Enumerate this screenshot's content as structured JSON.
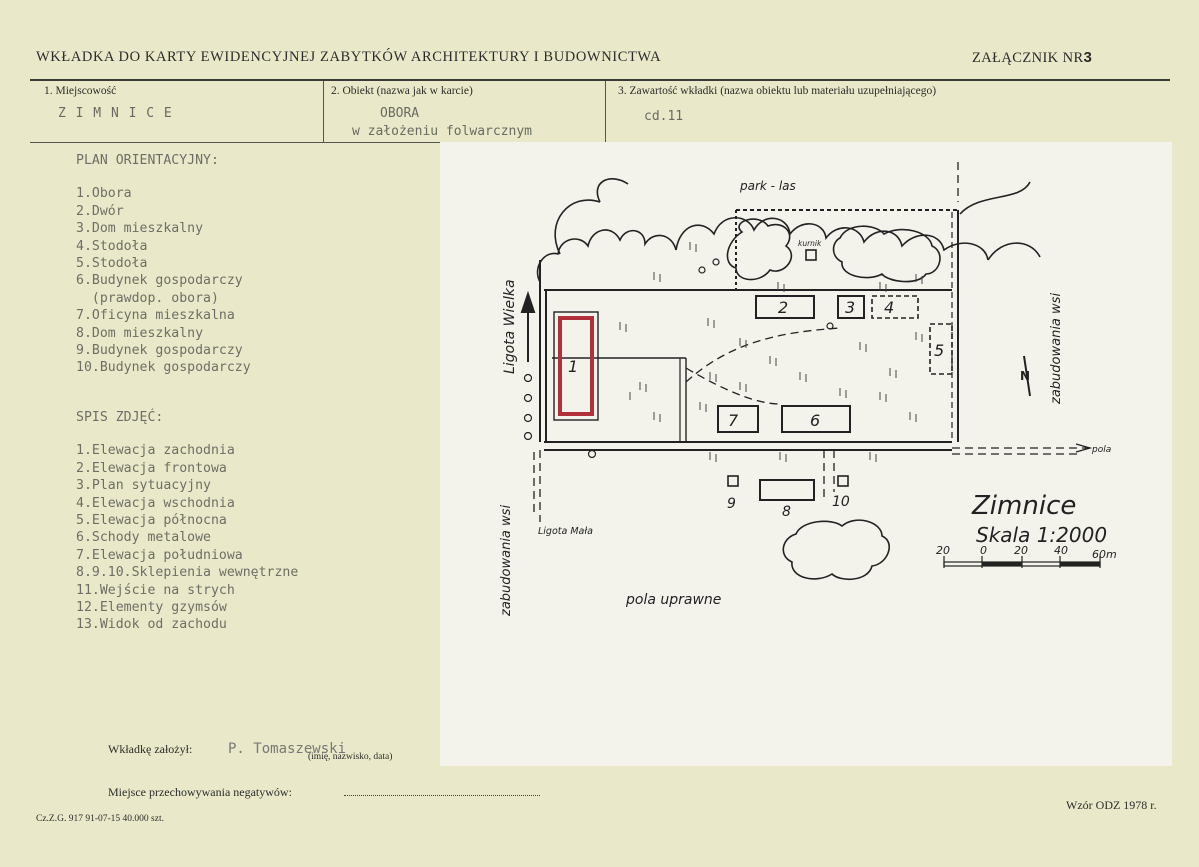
{
  "header": {
    "title": "WKŁADKA DO KARTY EWIDENCYJNEJ ZABYTKÓW ARCHITEKTURY I BUDOWNICTWA",
    "annex_label": "ZAŁĄCZNIK NR",
    "annex_number": "3"
  },
  "fields": {
    "place": {
      "label": "1. Miejscowość",
      "value": "Z I M N I C E"
    },
    "object": {
      "label": "2. Obiekt (nazwa jak w karcie)",
      "value_line1": "OBORA",
      "value_line2": "w założeniu folwarcznym"
    },
    "contents": {
      "label": "3. Zawartość wkładki (nazwa obiektu lub materiału uzupełniającego)",
      "value": "cd.11"
    }
  },
  "plan": {
    "heading": "PLAN ORIENTACYJNY:",
    "items": [
      "1.Obora",
      "2.Dwór",
      "3.Dom mieszkalny",
      "4.Stodoła",
      "5.Stodoła",
      "6.Budynek gospodarczy",
      "  (prawdop. obora)",
      "7.Oficyna mieszkalna",
      "8.Dom mieszkalny",
      "9.Budynek gospodarczy",
      "10.Budynek gospodarczy"
    ]
  },
  "photos": {
    "heading": "SPIS ZDJĘĆ:",
    "items": [
      "1.Elewacja zachodnia",
      "2.Elewacja frontowa",
      "3.Plan sytuacyjny",
      "4.Elewacja wschodnia",
      "5.Elewacja północna",
      "6.Schody metalowe",
      "7.Elewacja południowa",
      "8.9.10.Sklepienia wewnętrzne",
      "11.Wejście na strych",
      "12.Elementy gzymsów",
      "13.Widok od zachodu"
    ]
  },
  "map": {
    "label_park": "park - las",
    "label_kurnik": "kurnik",
    "label_road_west": "Ligota Wielka",
    "label_road_south": "Ligota Mała",
    "label_village_east": "zabudowania wsi",
    "label_village_west": "zabudowania wsi",
    "label_fields": "pola uprawne",
    "label_to_fields": "pola",
    "title": "Zimnice",
    "scale": "Skala 1:2000",
    "scale_ticks": [
      "20",
      "0",
      "20",
      "40",
      "60m"
    ],
    "north": "N",
    "numbers": [
      "1",
      "2",
      "3",
      "4",
      "5",
      "6",
      "7",
      "8",
      "9",
      "10"
    ],
    "colors": {
      "building1": "#b0303c",
      "ink": "#222222"
    }
  },
  "footer": {
    "founder_label": "Wkładkę założył:",
    "founder_value": "P. Tomaszewski",
    "founder_caption": "(imię, nazwisko, data)",
    "negatives_label": "Miejsce przechowywania negatywów:",
    "print_info": "Cz.Z.G. 917 91-07-15 40.000 szt.",
    "form_version": "Wzór ODZ 1978 r."
  }
}
